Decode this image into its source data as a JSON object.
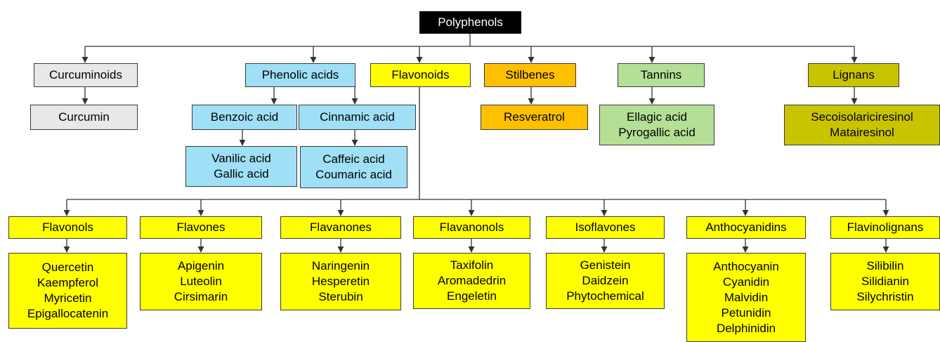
{
  "nodes": {
    "polyphenols": {
      "lines": [
        "Polyphenols"
      ],
      "color": "#000000"
    },
    "curcuminoids": {
      "lines": [
        "Curcuminoids"
      ],
      "color": "#e8e8e8"
    },
    "curcumin": {
      "lines": [
        "Curcumin"
      ],
      "color": "#e8e8e8"
    },
    "phenolic_acids": {
      "lines": [
        "Phenolic acids"
      ],
      "color": "#9fe0f7"
    },
    "benzoic_acid": {
      "lines": [
        "Benzoic acid"
      ],
      "color": "#9fe0f7"
    },
    "cinnamic_acid": {
      "lines": [
        "Cinnamic acid"
      ],
      "color": "#9fe0f7"
    },
    "benzoic_examples": {
      "lines": [
        "Vanilic acid",
        "Gallic acid"
      ],
      "color": "#9fe0f7"
    },
    "cinnamic_examples": {
      "lines": [
        "Caffeic acid",
        "Coumaric acid"
      ],
      "color": "#9fe0f7"
    },
    "flavonoids": {
      "lines": [
        "Flavonoids"
      ],
      "color": "#ffff00"
    },
    "stilbenes": {
      "lines": [
        "Stilbenes"
      ],
      "color": "#ffc000"
    },
    "resveratrol": {
      "lines": [
        "Resveratrol"
      ],
      "color": "#ffc000"
    },
    "tannins": {
      "lines": [
        "Tannins"
      ],
      "color": "#b4df94"
    },
    "tannin_examples": {
      "lines": [
        "Ellagic acid",
        "Pyrogallic acid"
      ],
      "color": "#b4df94"
    },
    "lignans": {
      "lines": [
        "Lignans"
      ],
      "color": "#c9c400"
    },
    "lignan_examples": {
      "lines": [
        "Secoisolariciresinol",
        "Matairesinol"
      ],
      "color": "#c9c400"
    },
    "flavonols": {
      "lines": [
        "Flavonols"
      ],
      "color": "#ffff00"
    },
    "flavonol_examples": {
      "lines": [
        "Quercetin",
        "Kaempferol",
        "Myricetin",
        "Epigallocatenin"
      ],
      "color": "#ffff00"
    },
    "flavones": {
      "lines": [
        "Flavones"
      ],
      "color": "#ffff00"
    },
    "flavone_examples": {
      "lines": [
        "Apigenin",
        "Luteolin",
        "Cirsimarin"
      ],
      "color": "#ffff00"
    },
    "flavanones": {
      "lines": [
        "Flavanones"
      ],
      "color": "#ffff00"
    },
    "flavanone_examples": {
      "lines": [
        "Naringenin",
        "Hesperetin",
        "Sterubin"
      ],
      "color": "#ffff00"
    },
    "flavanonols": {
      "lines": [
        "Flavanonols"
      ],
      "color": "#ffff00"
    },
    "flavanonol_examples": {
      "lines": [
        "Taxifolin",
        "Aromadedrin",
        "Engeletin"
      ],
      "color": "#ffff00"
    },
    "isoflavones": {
      "lines": [
        "Isoflavones"
      ],
      "color": "#ffff00"
    },
    "isoflavone_examples": {
      "lines": [
        "Genistein",
        "Daidzein",
        "Phytochemical"
      ],
      "color": "#ffff00"
    },
    "anthocyanidins": {
      "lines": [
        "Anthocyanidins"
      ],
      "color": "#ffff00"
    },
    "anthocyanidin_examples": {
      "lines": [
        "Anthocyanin",
        "Cyanidin",
        "Malvidin",
        "Petunidin",
        "Delphinidin"
      ],
      "color": "#ffff00"
    },
    "flavinolignans": {
      "lines": [
        "Flavinolignans"
      ],
      "color": "#ffff00"
    },
    "flavinolignan_examples": {
      "lines": [
        "Silibilin",
        "Silidianin",
        "Silychristin"
      ],
      "color": "#ffff00"
    }
  }
}
